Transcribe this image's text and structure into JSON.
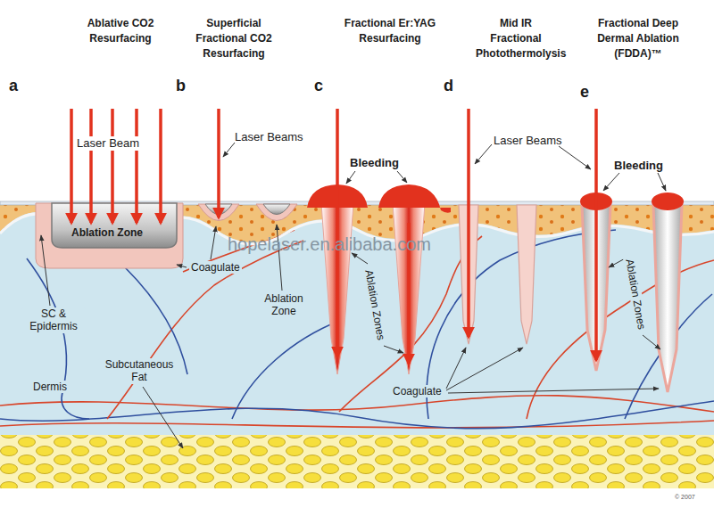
{
  "diagram": {
    "labels": [
      "Ablative CO2 Resurfacing",
      "Superficial Fractional CO2 Resurfacing",
      "Fractional Er:YAG Resurfacing",
      "Mid IR Fractional Photothermolysis",
      "Fractional Deep Dermal Ablation (FDDA)™",
      "a",
      "b",
      "c",
      "d",
      "e",
      "Laser Beam",
      "Laser Beams",
      "Bleeding",
      "Laser Beams",
      "Bleeding",
      "Ablation Zone",
      "Coagulate",
      "SC & Epidermis",
      "Ablation Zone",
      "Dermis",
      "Subcutaneous Fat",
      "Ablation Zones",
      "Ablation Zones",
      "Coagulate",
      "hopelaser.en.alibaba.com",
      "© 2007"
    ]
  }
}
